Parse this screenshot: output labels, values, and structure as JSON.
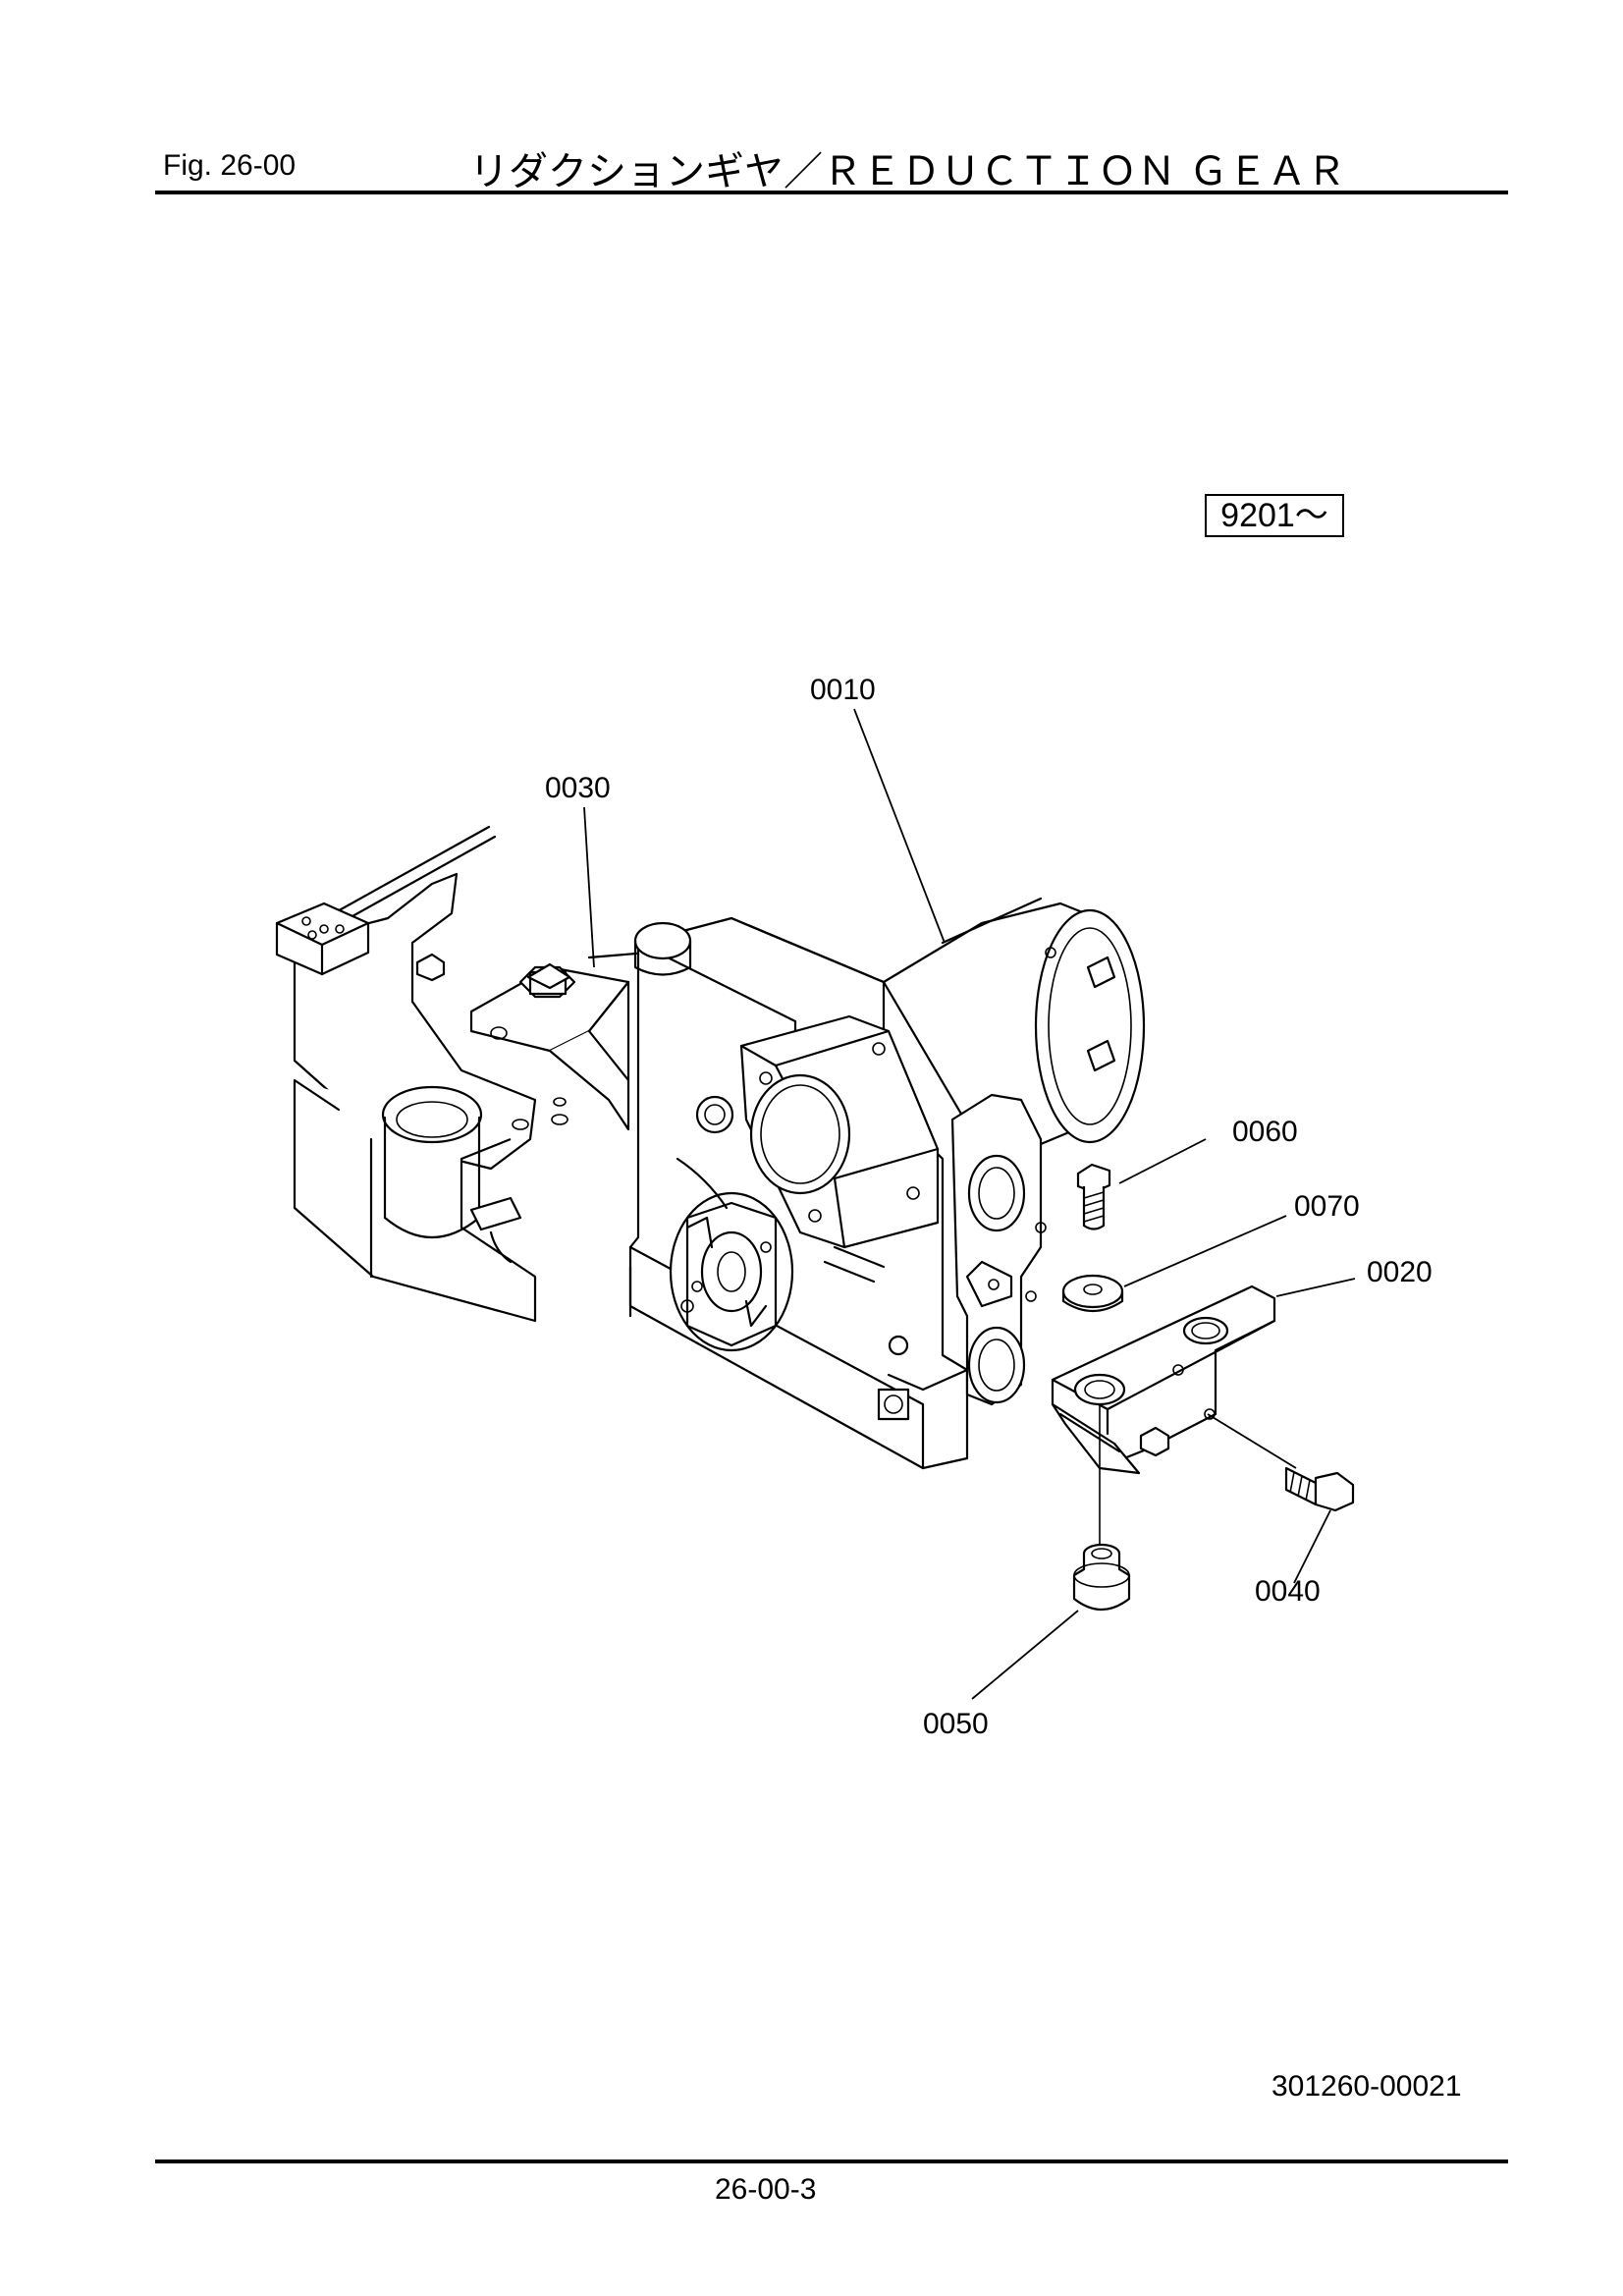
{
  "header": {
    "fig_label": "Fig.  26-00",
    "title": "リダクションギヤ／ＲＥＤＵＣＴＩＯＮ ＧＥＡＲ"
  },
  "serial_range": "9201～",
  "parts": {
    "p0010": "0010",
    "p0020": "0020",
    "p0030": "0030",
    "p0040": "0040",
    "p0050": "0050",
    "p0060": "0060",
    "p0070": "0070"
  },
  "drawing_number": "301260-00021",
  "page_number": "26-00-3"
}
